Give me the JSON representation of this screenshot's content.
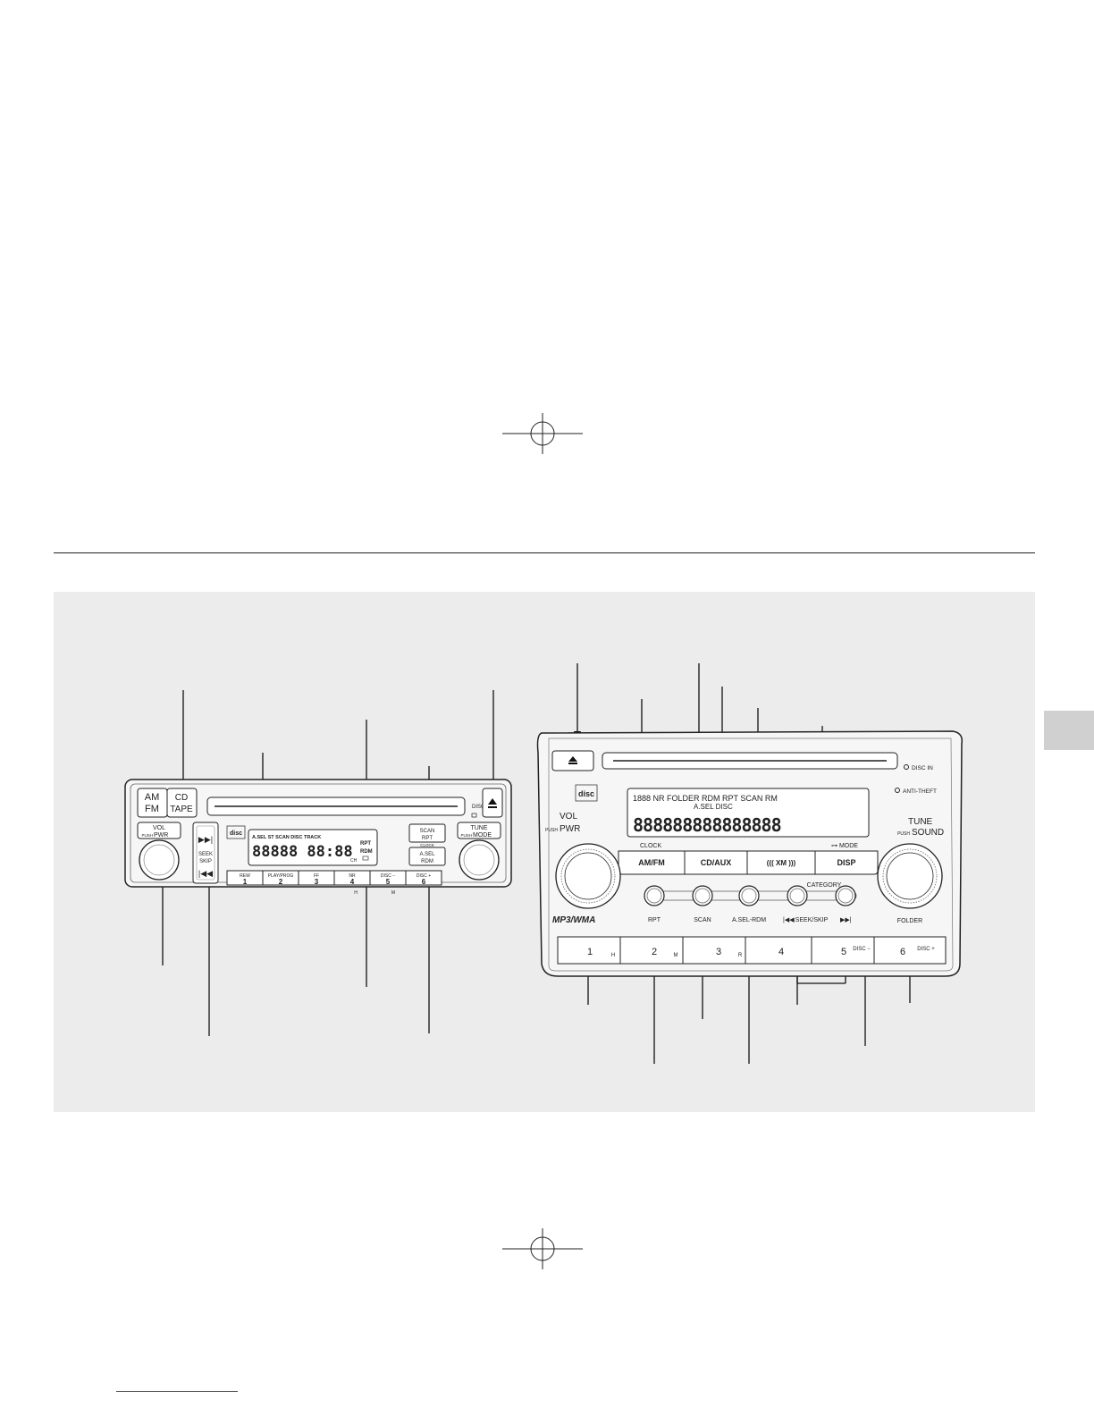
{
  "radio_a": {
    "buttons": {
      "am_fm": [
        "AM",
        "FM"
      ],
      "cd_tape": [
        "CD",
        "TAPE"
      ],
      "vol_pwr": [
        "VOL",
        "PUSH",
        "PWR"
      ],
      "tune_mode": [
        "TUNE",
        "PUSH",
        "MODE"
      ],
      "seek_skip": [
        "SEEK",
        "SKIP"
      ],
      "scan_rpt": [
        "SCAN",
        "RPT"
      ],
      "clock": "CLOCK",
      "asel_rdm": [
        "A.SEL",
        "RDM"
      ],
      "disc_indicator": "DISC",
      "cd_logo": "disc"
    },
    "display": {
      "indicators": "A.SEL  ST  SCAN  DISC  TRACK",
      "segments": "88888 88:88",
      "ch": "CH",
      "rpt": "RPT",
      "rdm": "RDM"
    },
    "presets": [
      {
        "label": "REW",
        "num": "1",
        "sub": ""
      },
      {
        "label": "PLAY/PROG",
        "num": "2",
        "sub": ""
      },
      {
        "label": "FF",
        "num": "3",
        "sub": ""
      },
      {
        "label": "NR",
        "num": "4",
        "sub": "H"
      },
      {
        "label": "DISC −",
        "num": "5",
        "sub": "M"
      },
      {
        "label": "DISC +",
        "num": "6",
        "sub": ""
      }
    ]
  },
  "radio_b": {
    "disc_in": "DISC IN",
    "anti_theft": "ANTI-THEFT",
    "cd_logo": "disc",
    "vol_pwr": [
      "VOL",
      "PUSH",
      "PWR"
    ],
    "tune_sound": [
      "TUNE",
      "PUSH",
      "SOUND"
    ],
    "display": {
      "line1": "1888  NR  FOLDER  RDM  RPT  SCAN  RM",
      "line2": "A.SEL  DISC",
      "segments": "888888888888888"
    },
    "clock": "CLOCK",
    "mode": "⊶ MODE",
    "category": "CATEGORY",
    "main_buttons": [
      "AM/FM",
      "CD/AUX",
      "((( XM )))",
      "DISP"
    ],
    "round_labels": [
      "RPT",
      "SCAN",
      "A.SEL-RDM",
      "SEEK/SKIP"
    ],
    "presets": [
      {
        "num": "1",
        "sub": "H"
      },
      {
        "num": "2",
        "sub": "M"
      },
      {
        "num": "3",
        "sub": "R"
      },
      {
        "num": "4",
        "sub": ""
      },
      {
        "num": "5",
        "sub": "DISC −"
      },
      {
        "num": "6",
        "sub": "DISC +"
      }
    ],
    "badge": "MP3/WMA",
    "folder": "FOLDER"
  }
}
